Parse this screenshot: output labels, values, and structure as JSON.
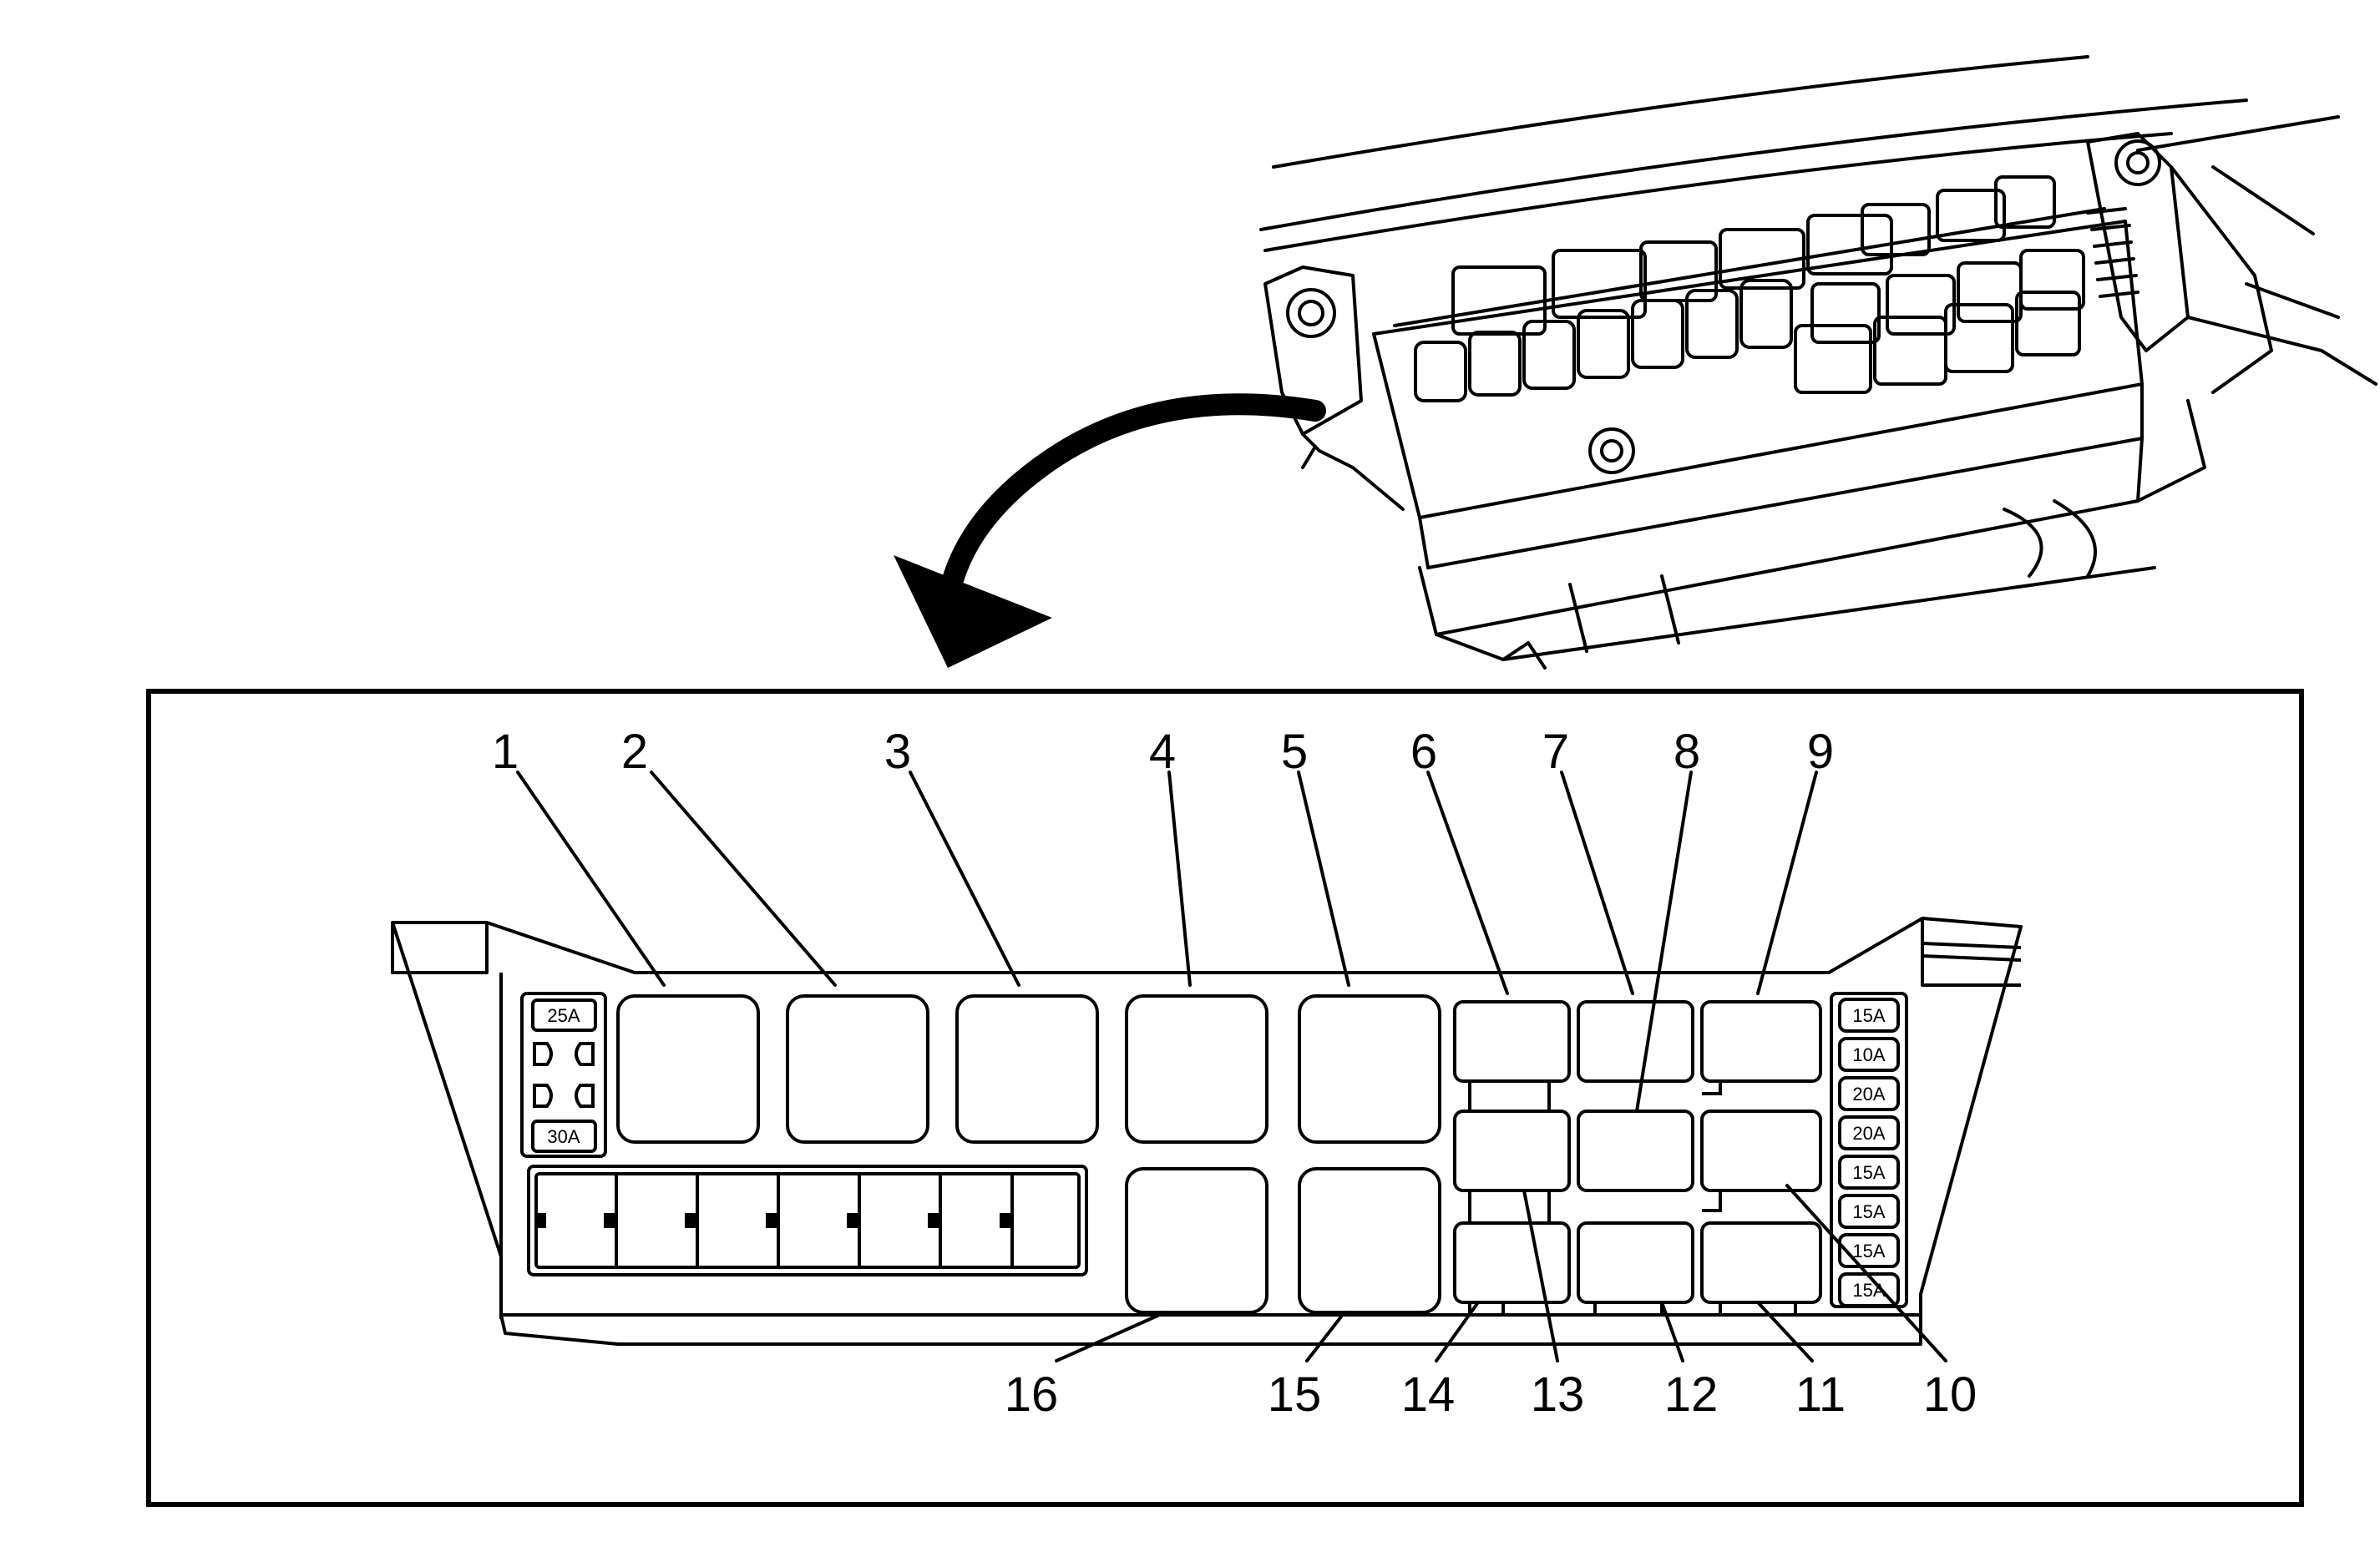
{
  "diagram": {
    "callouts": [
      {
        "id": 1,
        "label": "1"
      },
      {
        "id": 2,
        "label": "2"
      },
      {
        "id": 3,
        "label": "3"
      },
      {
        "id": 4,
        "label": "4"
      },
      {
        "id": 5,
        "label": "5"
      },
      {
        "id": 6,
        "label": "6"
      },
      {
        "id": 7,
        "label": "7"
      },
      {
        "id": 8,
        "label": "8"
      },
      {
        "id": 9,
        "label": "9"
      },
      {
        "id": 10,
        "label": "10"
      },
      {
        "id": 11,
        "label": "11"
      },
      {
        "id": 12,
        "label": "12"
      },
      {
        "id": 13,
        "label": "13"
      },
      {
        "id": 14,
        "label": "14"
      },
      {
        "id": 15,
        "label": "15"
      },
      {
        "id": 16,
        "label": "16"
      }
    ],
    "left_fuses": [
      "25A",
      "30A"
    ],
    "right_fuses": [
      "15A",
      "10A",
      "20A",
      "20A",
      "15A",
      "15A",
      "15A",
      "15A"
    ]
  }
}
